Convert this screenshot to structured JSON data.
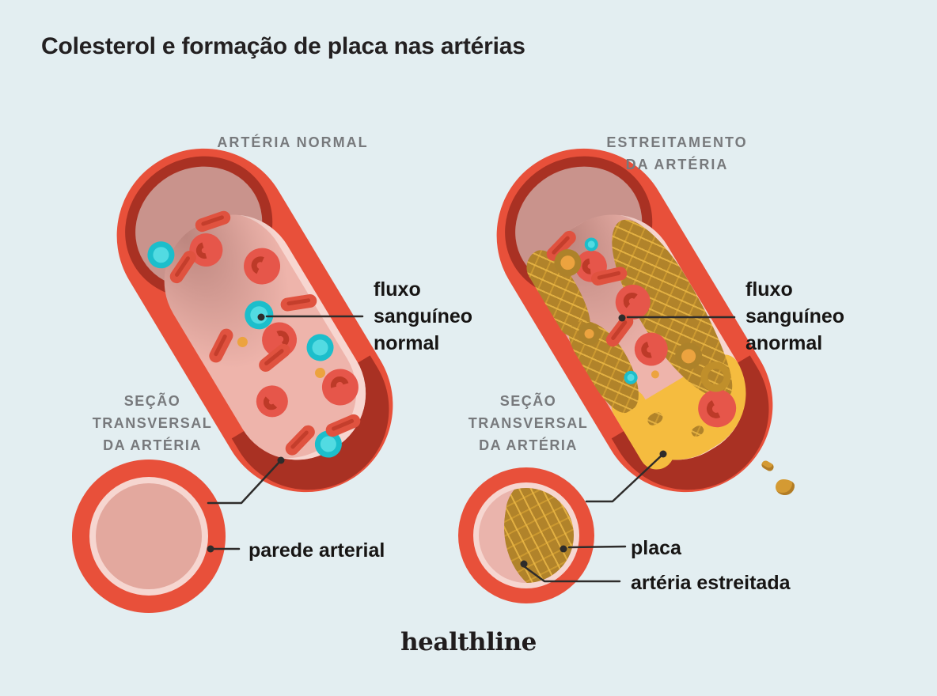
{
  "title": "Colesterol e formação de placa nas artérias",
  "brand": "healthline",
  "left": {
    "header": "ARTÉRIA NORMAL",
    "section_lines": [
      "SEÇÃO",
      "TRANSVERSAL",
      "DA ARTÉRIA"
    ],
    "flow_lines": [
      "fluxo",
      "sanguíneo",
      "normal"
    ],
    "wall_label": "parede arterial"
  },
  "right": {
    "header_lines": [
      "ESTREITAMENTO",
      "DA ARTÉRIA"
    ],
    "section_lines": [
      "SEÇÃO",
      "TRANSVERSAL",
      "DA ARTÉRIA"
    ],
    "flow_lines": [
      "fluxo",
      "sanguíneo",
      "anormal"
    ],
    "plaque_label": "placa",
    "narrowed_label": "artéria estreitada"
  },
  "legend_semantics": {
    "red_blood_cell": "red-blood-cell",
    "white_blood_cell": "white-blood-cell",
    "cholesterol_particle": "cholesterol-particle",
    "plaque": "plaque-mass"
  },
  "colors": {
    "background": "#e3eef1",
    "artery_red": "#e8503a",
    "artery_dark_red": "#a93123",
    "lumen_pink": "#eeb4ab",
    "inner_wall_light": "#f7d6d0",
    "plaque_gold": "#b1832a",
    "plaque_bright": "#f5bc3f",
    "wbc_cyan": "#52dbe2",
    "cholesterol_orange": "#eca33f",
    "label_gray": "#77797c",
    "label_black": "#171514",
    "leader_line": "#2e2c2b"
  }
}
